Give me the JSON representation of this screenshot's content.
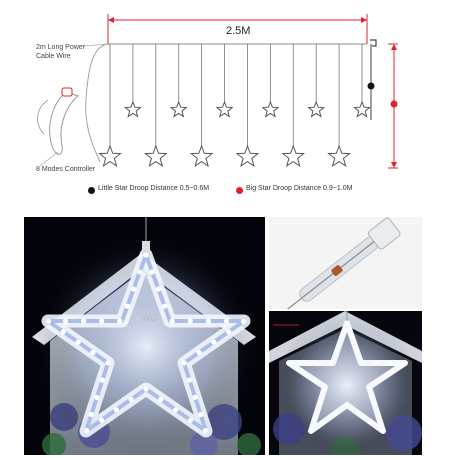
{
  "diagram": {
    "length_label": "2.5M",
    "power_cable_label": "2m Long Power\nCable Wire",
    "controller_label": "8 Modes Controller",
    "legend": [
      {
        "text": "Little Star Droop Distance 0.5~0.6M",
        "color": "#111111"
      },
      {
        "text": "Big Star Droop Distance 0.9~1.0M",
        "color": "#e0202a"
      }
    ],
    "accent_red": "#e0202a",
    "small_star_count": 6,
    "big_star_count": 6
  },
  "photos": {
    "left_logo": "WG"
  }
}
